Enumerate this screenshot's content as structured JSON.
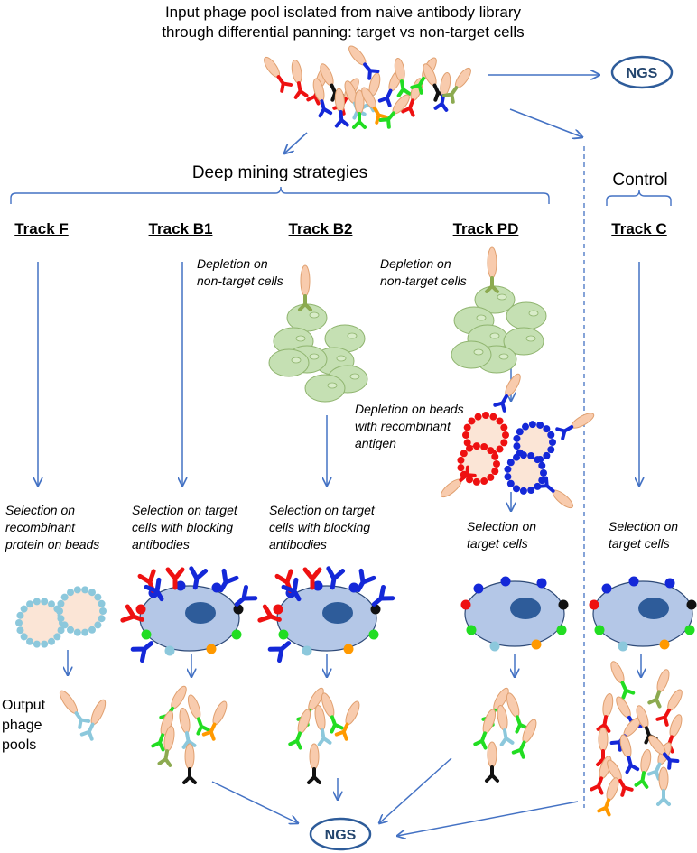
{
  "header": {
    "line1": "Input phage pool isolated from naive antibody library",
    "line2": "through differential panning: target vs non-target cells"
  },
  "ngs_label": "NGS",
  "strategies_label": "Deep mining strategies",
  "control_label": "Control",
  "tracks": {
    "f": "Track F",
    "b1": "Track B1",
    "b2": "Track B2",
    "pd": "Track PD",
    "c": "Track C"
  },
  "captions": {
    "b1_depletion": [
      "Depletion on",
      "non-target cells"
    ],
    "pd_depletion": [
      "Depletion on",
      "non-target cells"
    ],
    "pd_beads": [
      "Depletion on beads",
      "with recombinant",
      "antigen"
    ],
    "f_selection": [
      "Selection on",
      "recombinant",
      "protein on beads"
    ],
    "b1_selection": [
      "Selection on target",
      "cells with blocking",
      "antibodies"
    ],
    "b2_selection": [
      "Selection on target",
      "cells with blocking",
      "antibodies"
    ],
    "pd_selection": [
      "Selection on",
      "target cells"
    ],
    "c_selection": [
      "Selection on",
      "target cells"
    ]
  },
  "output_label": [
    "Output",
    "phage",
    "pools"
  ],
  "colors": {
    "arrow": "#4472c4",
    "phage_body": "#f8cbad",
    "phage_outline": "#e0a070",
    "green_cell": "#c5e0b3",
    "green_cell_outline": "#8fb46e",
    "target_cell": "#b4c7e7",
    "nucleus": "#2e5c9a",
    "bead": "#fbe5d6",
    "ngs_text": "#23456e",
    "red": "#ee1111",
    "blue": "#1428d8",
    "green": "#22dd22",
    "orange": "#ff9900",
    "black": "#111111",
    "lightblue": "#8cc8dc",
    "olive": "#8caa50"
  }
}
